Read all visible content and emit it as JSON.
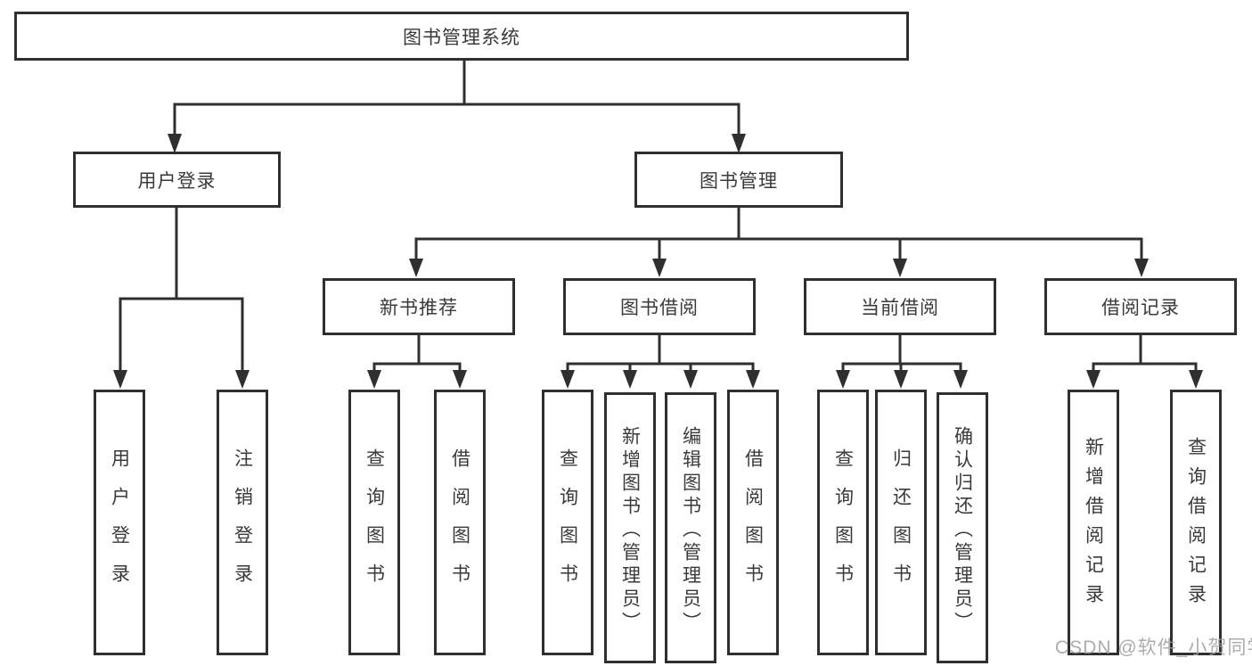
{
  "watermark": {
    "text": "CSDN @软件_小贺同学"
  },
  "colors": {
    "line": "#2f2f2f",
    "text": "#3a3a3a",
    "watermark": "#9e9e9e",
    "background": "#ffffff"
  },
  "tree": {
    "root": {
      "label": "图书管理系统",
      "children": [
        {
          "label": "用户登录",
          "children": [
            {
              "label": "用户登录"
            },
            {
              "label": "注销登录"
            }
          ]
        },
        {
          "label": "图书管理",
          "children": [
            {
              "label": "新书推荐",
              "children": [
                {
                  "label": "查询图书"
                },
                {
                  "label": "借阅图书"
                }
              ]
            },
            {
              "label": "图书借阅",
              "children": [
                {
                  "label": "查询图书"
                },
                {
                  "label": "新增图书（管理员）"
                },
                {
                  "label": "编辑图书（管理员）"
                },
                {
                  "label": "借阅图书"
                }
              ]
            },
            {
              "label": "当前借阅",
              "children": [
                {
                  "label": "查询图书"
                },
                {
                  "label": "归还图书"
                },
                {
                  "label": "确认归还（管理员）"
                }
              ]
            },
            {
              "label": "借阅记录",
              "children": [
                {
                  "label": "新增借阅记录"
                },
                {
                  "label": "查询借阅记录"
                }
              ]
            }
          ]
        }
      ]
    }
  }
}
